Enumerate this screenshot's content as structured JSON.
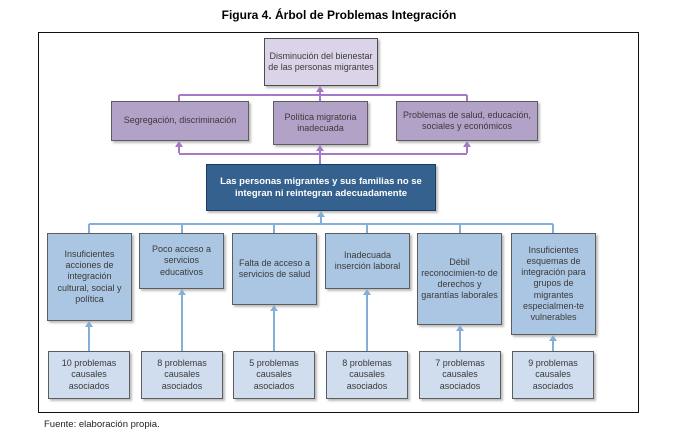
{
  "figure": {
    "title": "Figura 4. Árbol de Problemas Integración",
    "source_note": "Fuente: elaboración propia."
  },
  "tree": {
    "top_effect": "Disminución del bienestar de las personas migrantes",
    "effects": [
      {
        "label": "Segregación, discriminación"
      },
      {
        "label": "Política migratoria inadecuada"
      },
      {
        "label": "Problemas de salud, educación, sociales y económicos"
      }
    ],
    "core_problem": "Las personas migrantes y sus familias no se integran ni reintegran adecuadamente",
    "causes": [
      {
        "label": "Insuficientes acciones de integración cultural, social y política",
        "count_label": "10 problemas causales asociados"
      },
      {
        "label": "Poco acceso a servicios educativos",
        "count_label": "8 problemas causales asociados"
      },
      {
        "label": "Falta de acceso a servicios de salud",
        "count_label": "5 problemas causales asociados"
      },
      {
        "label": "Inadecuada inserción laboral",
        "count_label": "8 problemas causales asociados"
      },
      {
        "label": "Débil reconocimien-to de derechos y garantías laborales",
        "count_label": "7 problemas causales asociados"
      },
      {
        "label": "Insuficientes esquemas de integración para grupos de migrantes especialmen-te vulnerables",
        "count_label": "9 problemas causales asociados"
      }
    ]
  },
  "colors": {
    "top_effect_fill": "#dbd4e9",
    "effect_fill": "#b2a2c7",
    "core_fill": "#35618f",
    "cause_fill": "#abc6e2",
    "count_fill": "#cfddee",
    "purple_connector": "#a678c8",
    "blue_connector": "#85aed8"
  }
}
